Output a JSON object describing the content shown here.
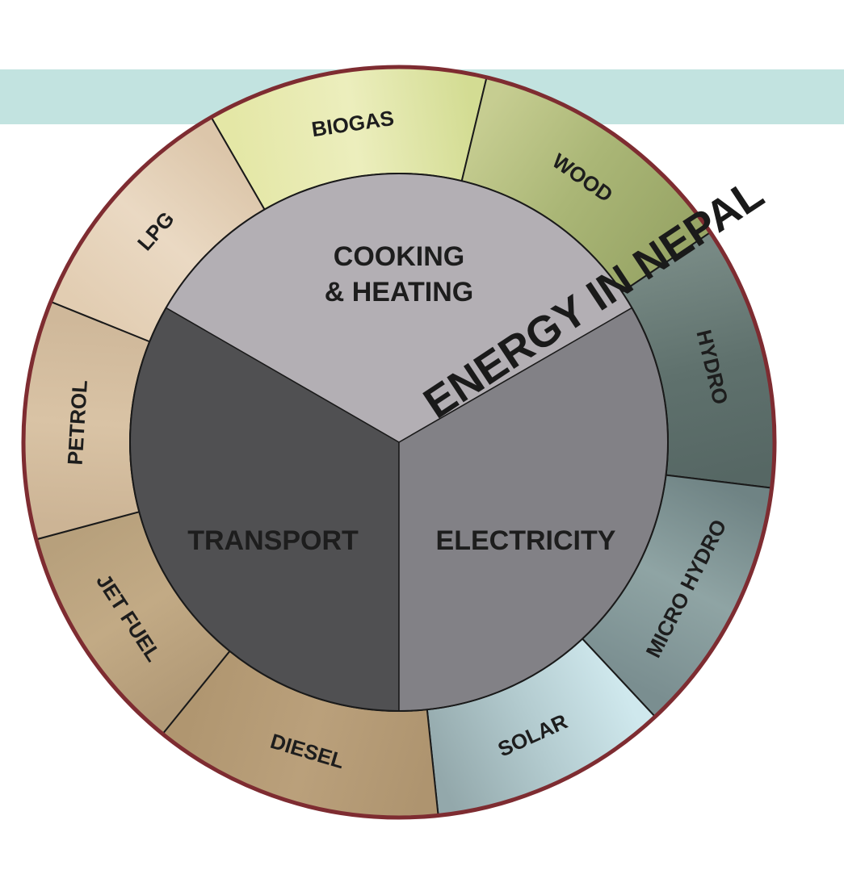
{
  "title": "ENERGY IN NEPAL",
  "core": [
    {
      "id": "cooking",
      "lines": [
        "COOKING",
        "& HEATING"
      ],
      "color": "#b3afb4"
    },
    {
      "id": "transport",
      "lines": [
        "TRANSPORT"
      ],
      "color": "#505052"
    },
    {
      "id": "electricity",
      "lines": [
        "ELECTRICITY"
      ],
      "color": "#828186"
    }
  ],
  "segments": [
    {
      "id": "biogas",
      "label": "BIOGAS",
      "group": "cooking"
    },
    {
      "id": "wood",
      "label": "WOOD",
      "group": "cooking"
    },
    {
      "id": "hydro",
      "label": "HYDRO",
      "group": "electricity"
    },
    {
      "id": "micro-hydro",
      "label": "MICRO HYDRO",
      "group": "electricity"
    },
    {
      "id": "solar",
      "label": "SOLAR",
      "group": "electricity"
    },
    {
      "id": "diesel",
      "label": "DIESEL",
      "group": "transport"
    },
    {
      "id": "jet-fuel",
      "label": "JET FUEL",
      "group": "transport"
    },
    {
      "id": "petrol",
      "label": "PETROL",
      "group": "transport"
    },
    {
      "id": "lpg",
      "label": "LPG",
      "group": "cooking"
    }
  ],
  "colors": {
    "banner": "#c2e3e0",
    "rim": "#7e2c31",
    "divider": "#1a1a1a"
  }
}
